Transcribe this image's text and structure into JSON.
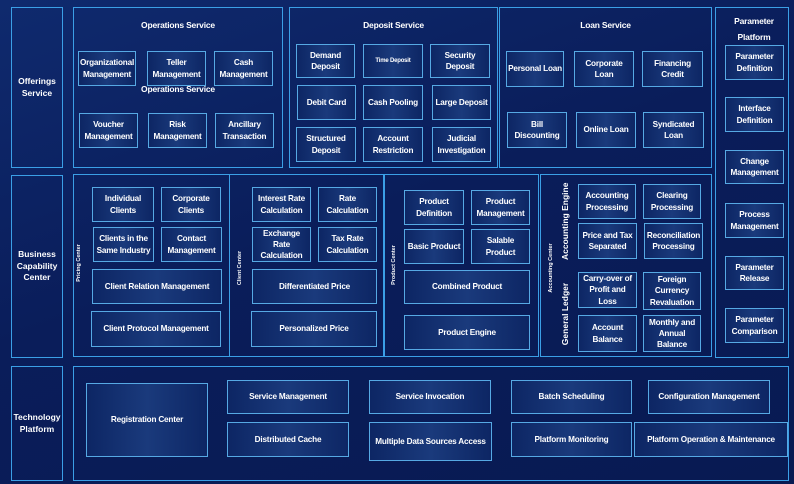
{
  "layers": {
    "offerings": "Offerings Service",
    "business": "Business Capability Center",
    "technology": "Technology Platform"
  },
  "operations": {
    "title": "Operations Service",
    "subtitle": "Operations Service",
    "items": [
      "Organizational Management",
      "Teller Management",
      "Cash Management",
      "Voucher Management",
      "Risk Management",
      "Ancillary Transaction"
    ]
  },
  "deposit": {
    "title": "Deposit Service",
    "items": [
      "Demand Deposit",
      "Time Deposit",
      "Security Deposit",
      "Debit Card",
      "Cash Pooling",
      "Large Deposit",
      "Structured Deposit",
      "Account Restriction",
      "Judicial Investigation"
    ]
  },
  "loan": {
    "title": "Loan Service",
    "items": [
      "Personal Loan",
      "Corporate Loan",
      "Financing Credit",
      "Bill Discounting",
      "Online Loan",
      "Syndicated Loan"
    ]
  },
  "parameter": {
    "title": "Parameter Platform",
    "items": [
      "Parameter Definition",
      "Interface Definition",
      "Change Management",
      "Process Management",
      "Parameter Release",
      "Parameter Comparison"
    ]
  },
  "client_section": {
    "label": "Pricing Center",
    "items": [
      "Individual Clients",
      "Corporate Clients",
      "Clients in the Same Industry",
      "Contact Management",
      "Client Relation Management",
      "Client Protocol Management"
    ]
  },
  "pricing_section": {
    "label": "Client Center",
    "items": [
      "Interest Rate Calculation",
      "Rate Calculation",
      "Exchange Rate Calculation",
      "Tax Rate Calculation",
      "Differentiated Price",
      "Personalized Price"
    ]
  },
  "product": {
    "label": "Product Center",
    "items": [
      "Product Definition",
      "Product Management",
      "Basic Product",
      "Salable Product",
      "Combined Product",
      "Product Engine"
    ]
  },
  "accounting": {
    "label": "Accounting Center",
    "engine_label": "Accounting Engine",
    "ledger_label": "General Ledger",
    "items": [
      "Accounting Processing",
      "Clearing Processing",
      "Price and Tax Separated",
      "Reconciliation Processing",
      "Carry-over of Profit and Loss",
      "Foreign Currency Revaluation",
      "Account Balance",
      "Monthly and Annual Balance"
    ]
  },
  "technology": {
    "items": [
      "Registration Center",
      "Service Management",
      "Service Invocation",
      "Batch Scheduling",
      "Configuration Management",
      "Distributed Cache",
      "Multiple Data Sources Access",
      "Platform Monitoring",
      "Platform Operation & Maintenance"
    ]
  },
  "colors": {
    "background": "#0a1d5a",
    "border": "#3b9fe6",
    "text": "#ffffff"
  }
}
